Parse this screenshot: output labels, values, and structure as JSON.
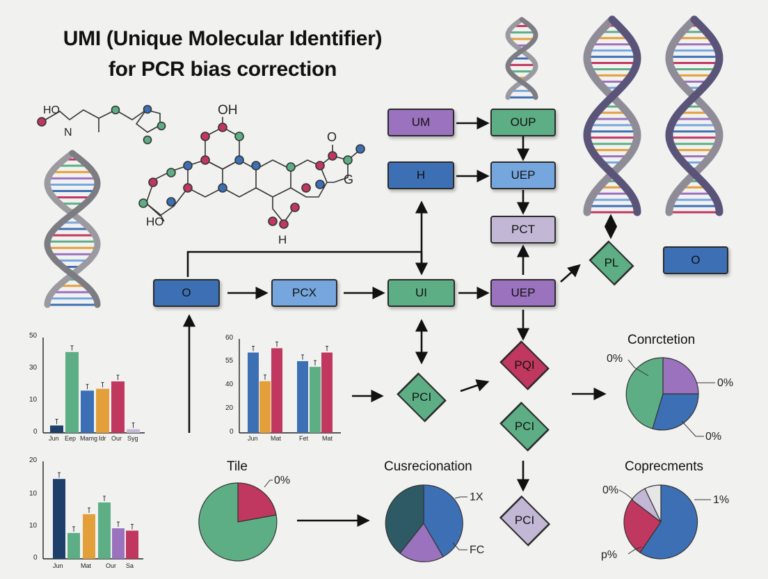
{
  "title_line1": "UMI (Unique Molecular Identifier)",
  "title_line2": "for PCR bias correction",
  "molecule": {
    "small_o": "HO",
    "small_n": "N",
    "big_oh": "OH",
    "big_o": "O",
    "big_g": "G",
    "big_ho": "HO",
    "big_h": "H"
  },
  "flow": {
    "um": "UM",
    "oup": "OUP",
    "h": "H",
    "uep_top": "UEP",
    "pct": "PCT",
    "o_left": "O",
    "pcx": "PCX",
    "ui": "UI",
    "uep_mid": "UEP",
    "pl": "PL",
    "o_right": "O",
    "pci_left": "PCI",
    "pqi": "PQI",
    "pci_mid": "PCI",
    "pci_bottom": "PCI"
  },
  "colors": {
    "purple": "#9b72be",
    "green": "#5dae84",
    "blue": "#3d6fb5",
    "light_blue": "#75a7de",
    "lavender": "#c2b8d6",
    "crimson": "#c0375f",
    "orange": "#e3a03a",
    "navy": "#1f3f6b"
  },
  "chart_data": [
    {
      "type": "bar",
      "categories": [
        "Jun",
        "Eep",
        "Mamg",
        "Idr",
        "Our",
        "Syg"
      ],
      "values": [
        4,
        44,
        23,
        24,
        28,
        2
      ],
      "yticks": [
        "50",
        "30",
        "10",
        "0"
      ],
      "ylim": [
        0,
        50
      ]
    },
    {
      "type": "bar",
      "categories": [
        "Jun",
        "Mat",
        "Fet",
        "Mat"
      ],
      "series": [
        {
          "values": [
            56,
            36,
            59
          ]
        },
        {
          "values": [
            50,
            46,
            56
          ]
        }
      ],
      "yticks": [
        "60",
        "55",
        "40",
        "20",
        "0"
      ],
      "ylim": [
        0,
        65
      ]
    },
    {
      "type": "bar",
      "categories": [
        "Jun",
        "Mat",
        "Our",
        "Sa"
      ],
      "values": [
        17,
        5.5,
        9.5,
        12,
        6.5,
        6
      ],
      "yticks": [
        "20",
        "10",
        "10",
        "0"
      ],
      "ylim": [
        0,
        20
      ]
    },
    {
      "type": "pie",
      "title": "Tile",
      "labels": [
        "0%"
      ]
    },
    {
      "type": "pie",
      "title": "Cusrecionation",
      "labels": [
        "1X",
        "FC"
      ]
    },
    {
      "type": "pie",
      "title": "Conrctetion",
      "labels": [
        "0%",
        "0%",
        "0%"
      ]
    },
    {
      "type": "pie",
      "title": "Coprecments",
      "labels": [
        "0%",
        "1%",
        "p%"
      ]
    }
  ]
}
